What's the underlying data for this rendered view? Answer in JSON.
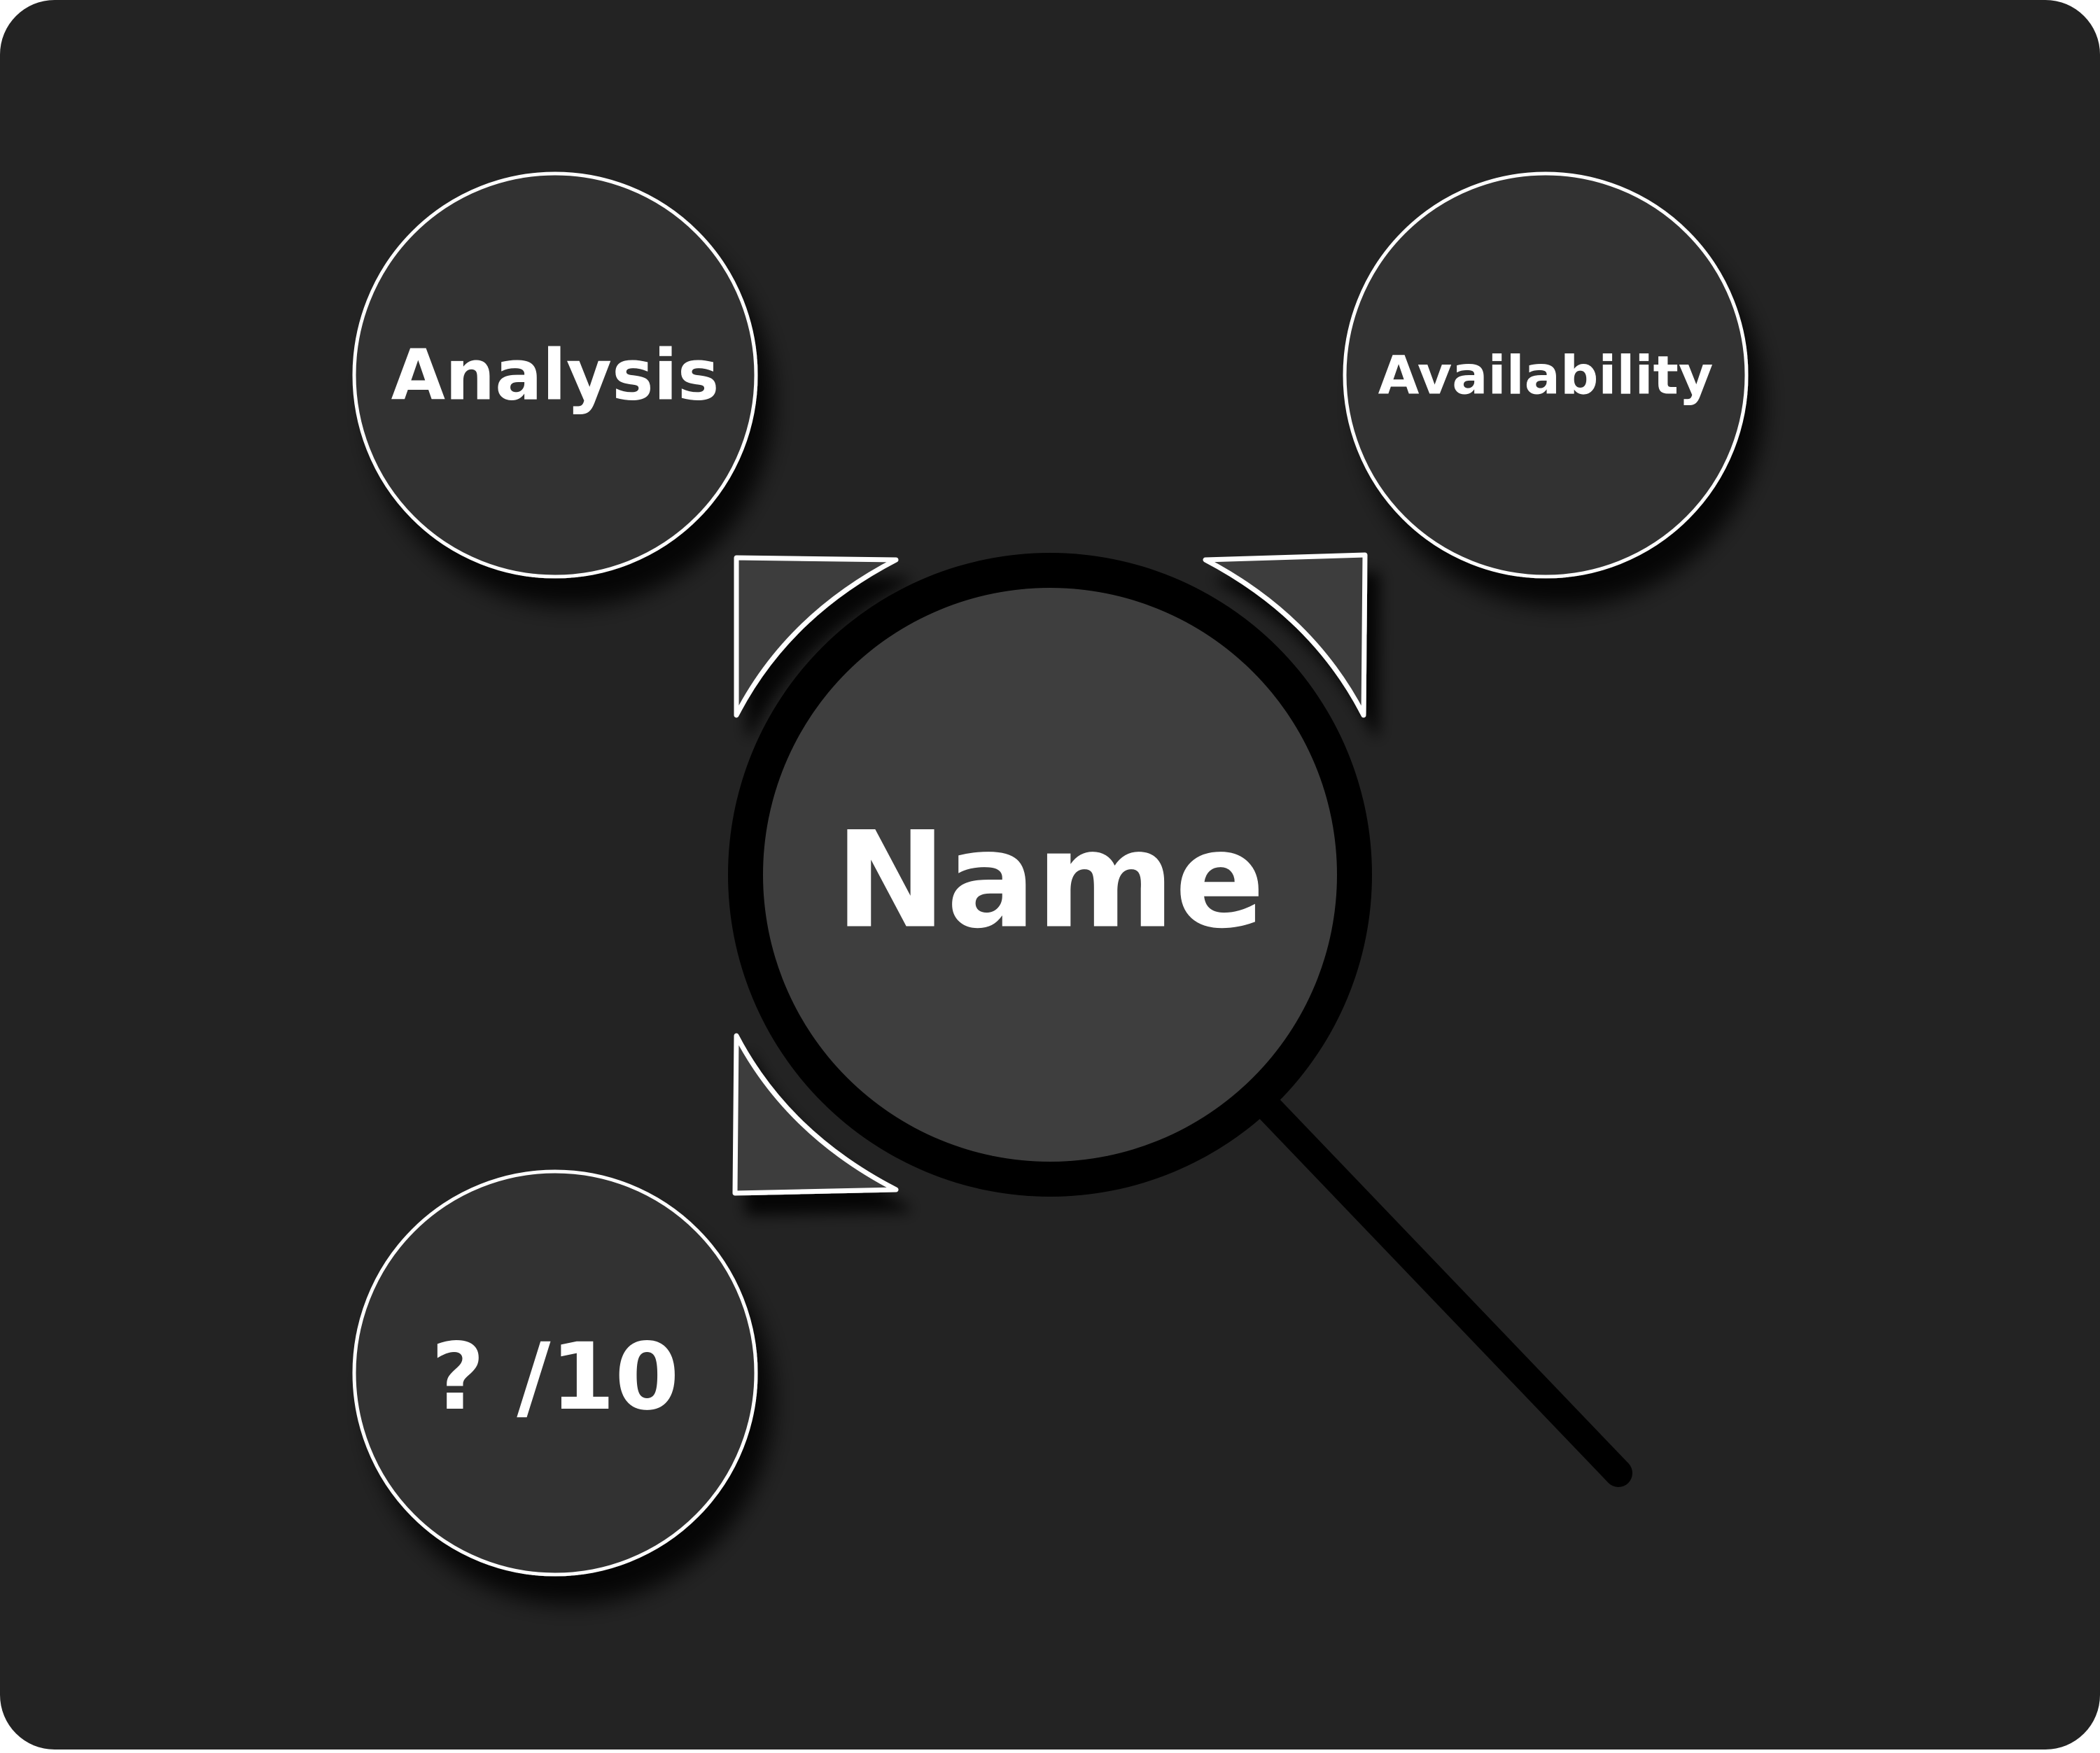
{
  "diagram": {
    "center": {
      "label": "Name"
    },
    "nodes": [
      {
        "id": "analysis",
        "label": "Analysis"
      },
      {
        "id": "availability",
        "label": "Availability"
      },
      {
        "id": "rating",
        "label": "? /10"
      }
    ]
  },
  "colors": {
    "card_background": "#232323",
    "node_fill": "#333333",
    "center_fill": "#3e3e3e",
    "ring": "#000000",
    "outline": "#ffffff",
    "pointer_fill": "#3c3c3c",
    "text": "#ffffff"
  },
  "icons": {
    "center": "magnifying-glass-icon"
  }
}
